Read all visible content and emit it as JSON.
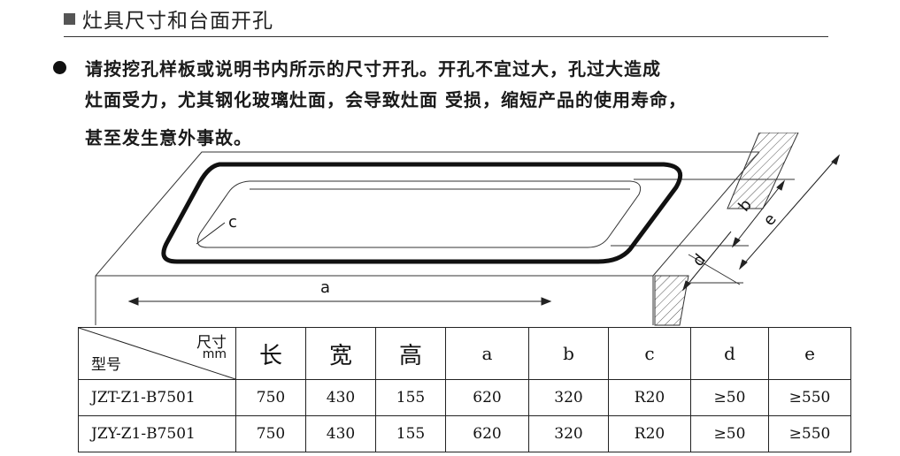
{
  "heading": {
    "title": "灶具尺寸和台面开孔"
  },
  "note": {
    "line1": "请按挖孔样板或说明书内所示的尺寸开孔。开孔不宜过大，孔过大造成",
    "line2": "灶面受力，尤其钢化玻璃灶面，会导致灶面 受损，缩短产品的使用寿命，",
    "line3": "甚至发生意外事故。"
  },
  "diagram": {
    "labels": {
      "a": "a",
      "b": "b",
      "c": "c",
      "d": "d",
      "e": "e"
    }
  },
  "table": {
    "header": {
      "dim_label": "尺寸",
      "unit": "mm",
      "model_label": "型号",
      "columns": [
        "长",
        "宽",
        "高",
        "a",
        "b",
        "c",
        "d",
        "e"
      ]
    },
    "rows": [
      {
        "model": "JZT-Z1-B7501",
        "values": [
          "750",
          "430",
          "155",
          "620",
          "320",
          "R20",
          "≥50",
          "≥550"
        ]
      },
      {
        "model": "JZY-Z1-B7501",
        "values": [
          "750",
          "430",
          "155",
          "620",
          "320",
          "R20",
          "≥50",
          "≥550"
        ]
      }
    ]
  }
}
